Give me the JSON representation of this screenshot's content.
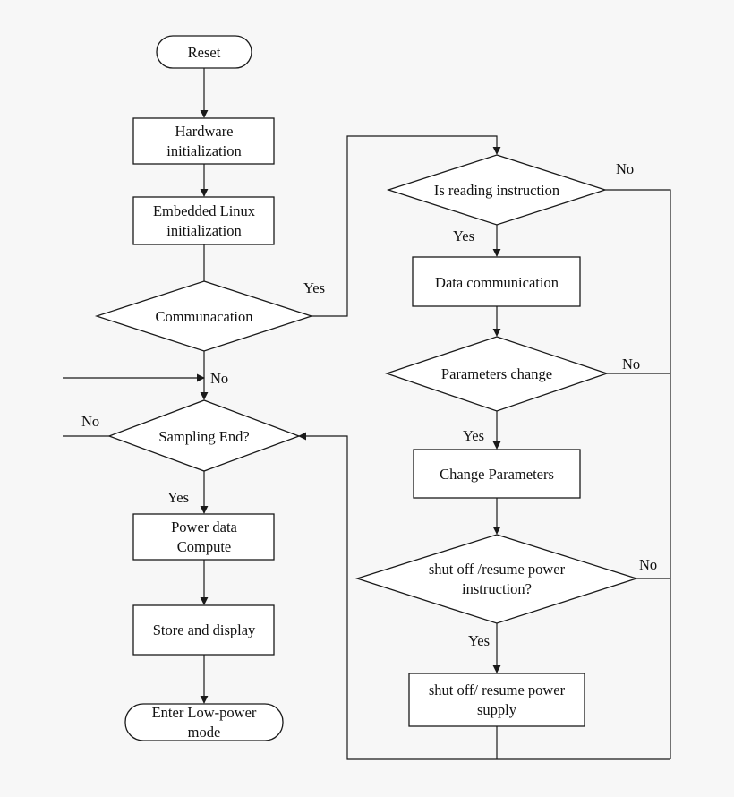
{
  "nodes": {
    "reset": {
      "lines": [
        "Reset"
      ]
    },
    "hardware_init": {
      "lines": [
        "Hardware",
        "initialization"
      ]
    },
    "linux_init": {
      "lines": [
        "Embedded Linux",
        "initialization"
      ]
    },
    "communication": {
      "lines": [
        "Communacation"
      ]
    },
    "sampling_end": {
      "lines": [
        "Sampling End?"
      ]
    },
    "power_compute": {
      "lines": [
        "Power data",
        "Compute"
      ]
    },
    "store_display": {
      "lines": [
        "Store and display"
      ]
    },
    "low_power": {
      "lines": [
        "Enter Low-power",
        "mode"
      ]
    },
    "reading_instruction": {
      "lines": [
        "Is reading instruction"
      ]
    },
    "data_communication": {
      "lines": [
        "Data communication"
      ]
    },
    "parameters_change": {
      "lines": [
        "Parameters change"
      ]
    },
    "change_parameters": {
      "lines": [
        "Change Parameters"
      ]
    },
    "shutoff_instruction": {
      "lines": [
        "shut off /resume power",
        "instruction?"
      ]
    },
    "shutoff_supply": {
      "lines": [
        "shut off/ resume power",
        "supply"
      ]
    }
  },
  "edge_labels": {
    "communication_yes": "Yes",
    "sampling_no_top": "No",
    "sampling_no_left": "No",
    "sampling_yes": "Yes",
    "reading_no": "No",
    "reading_yes": "Yes",
    "parameters_no": "No",
    "parameters_yes": "Yes",
    "shutoff_no": "No",
    "shutoff_yes": "Yes"
  }
}
